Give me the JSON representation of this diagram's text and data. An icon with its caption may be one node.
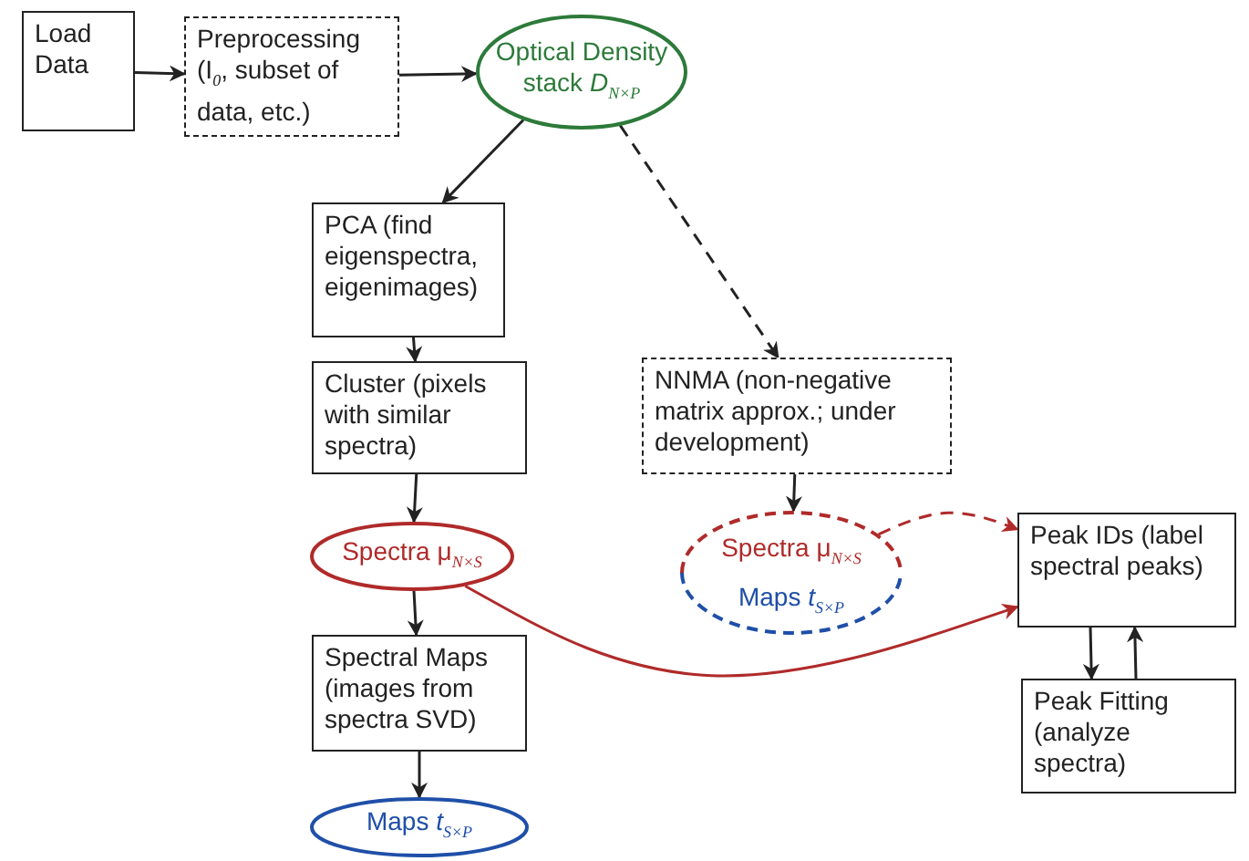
{
  "diagram": {
    "nodes": [
      {
        "text": [
          "Load Data"
        ]
      },
      {
        "text": [
          "Preprocessing (I$_{0}$, subset of data, etc.)"
        ]
      },
      {
        "text": [
          "Optical Density stack *D*$_{N×P}$"
        ]
      },
      {
        "text": [
          "PCA (find eigenspectra, eigenimages)"
        ]
      },
      {
        "text": [
          "Cluster (pixels with similar spectra)"
        ]
      },
      {
        "text": [
          "Spectra μ$_{N×S}$"
        ]
      },
      {
        "text": [
          "Spectral Maps (images from spectra SVD)"
        ]
      },
      {
        "text": [
          "Maps *t*$_{S×P}$"
        ]
      },
      {
        "text": [
          "NNMA (non-negative matrix approx.; under development)"
        ]
      },
      {
        "text": [
          "Spectra μ$_{N×S}$",
          "Maps *t*$_{S×P}$"
        ]
      },
      {
        "text": [
          "Peak IDs (label spectral peaks)"
        ]
      },
      {
        "text": [
          "Peak Fitting (analyze spectra)"
        ]
      }
    ],
    "edges": [
      {
        "from": 0,
        "to": 1,
        "arrow": "to"
      },
      {
        "from": 1,
        "to": 2,
        "arrow": "to"
      },
      {
        "from": 2,
        "to": 3,
        "arrow": "to"
      },
      {
        "from": 2,
        "to": 8,
        "arrow": "to",
        "style": "dashed"
      },
      {
        "from": 3,
        "to": 4,
        "arrow": "to"
      },
      {
        "from": 4,
        "to": 5,
        "arrow": "to"
      },
      {
        "from": 5,
        "to": 6,
        "arrow": "to"
      },
      {
        "from": 6,
        "to": 7,
        "arrow": "to"
      },
      {
        "from": 8,
        "to": 9,
        "arrow": "to"
      },
      {
        "from": 9,
        "to": 10,
        "arrow": "to",
        "style": "dashed",
        "color": "#b02a2a"
      },
      {
        "from": 5,
        "to": 10,
        "arrow": "to",
        "color": "#b02a2a"
      },
      {
        "from": 10,
        "to": 11,
        "arrow": "to"
      },
      {
        "from": 11,
        "to": 10,
        "arrow": "to"
      }
    ]
  }
}
